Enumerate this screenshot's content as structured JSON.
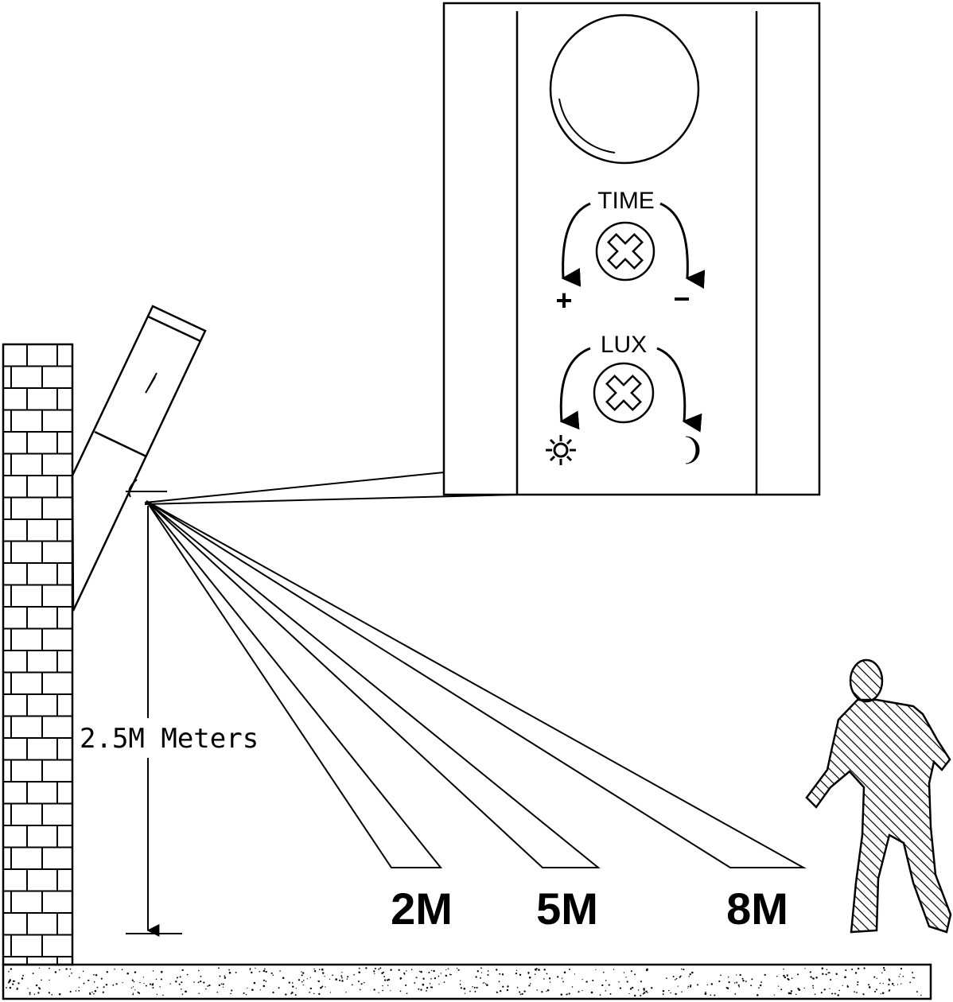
{
  "detail_panel": {
    "time_label": "TIME",
    "time_plus": "+",
    "time_minus": "−",
    "lux_label": "LUX"
  },
  "mounting": {
    "height_label": "2.5M Meters"
  },
  "ranges": [
    {
      "label": "2M"
    },
    {
      "label": "5M"
    },
    {
      "label": "8M"
    }
  ],
  "colors": {
    "line": "#000000",
    "background": "#ffffff"
  }
}
